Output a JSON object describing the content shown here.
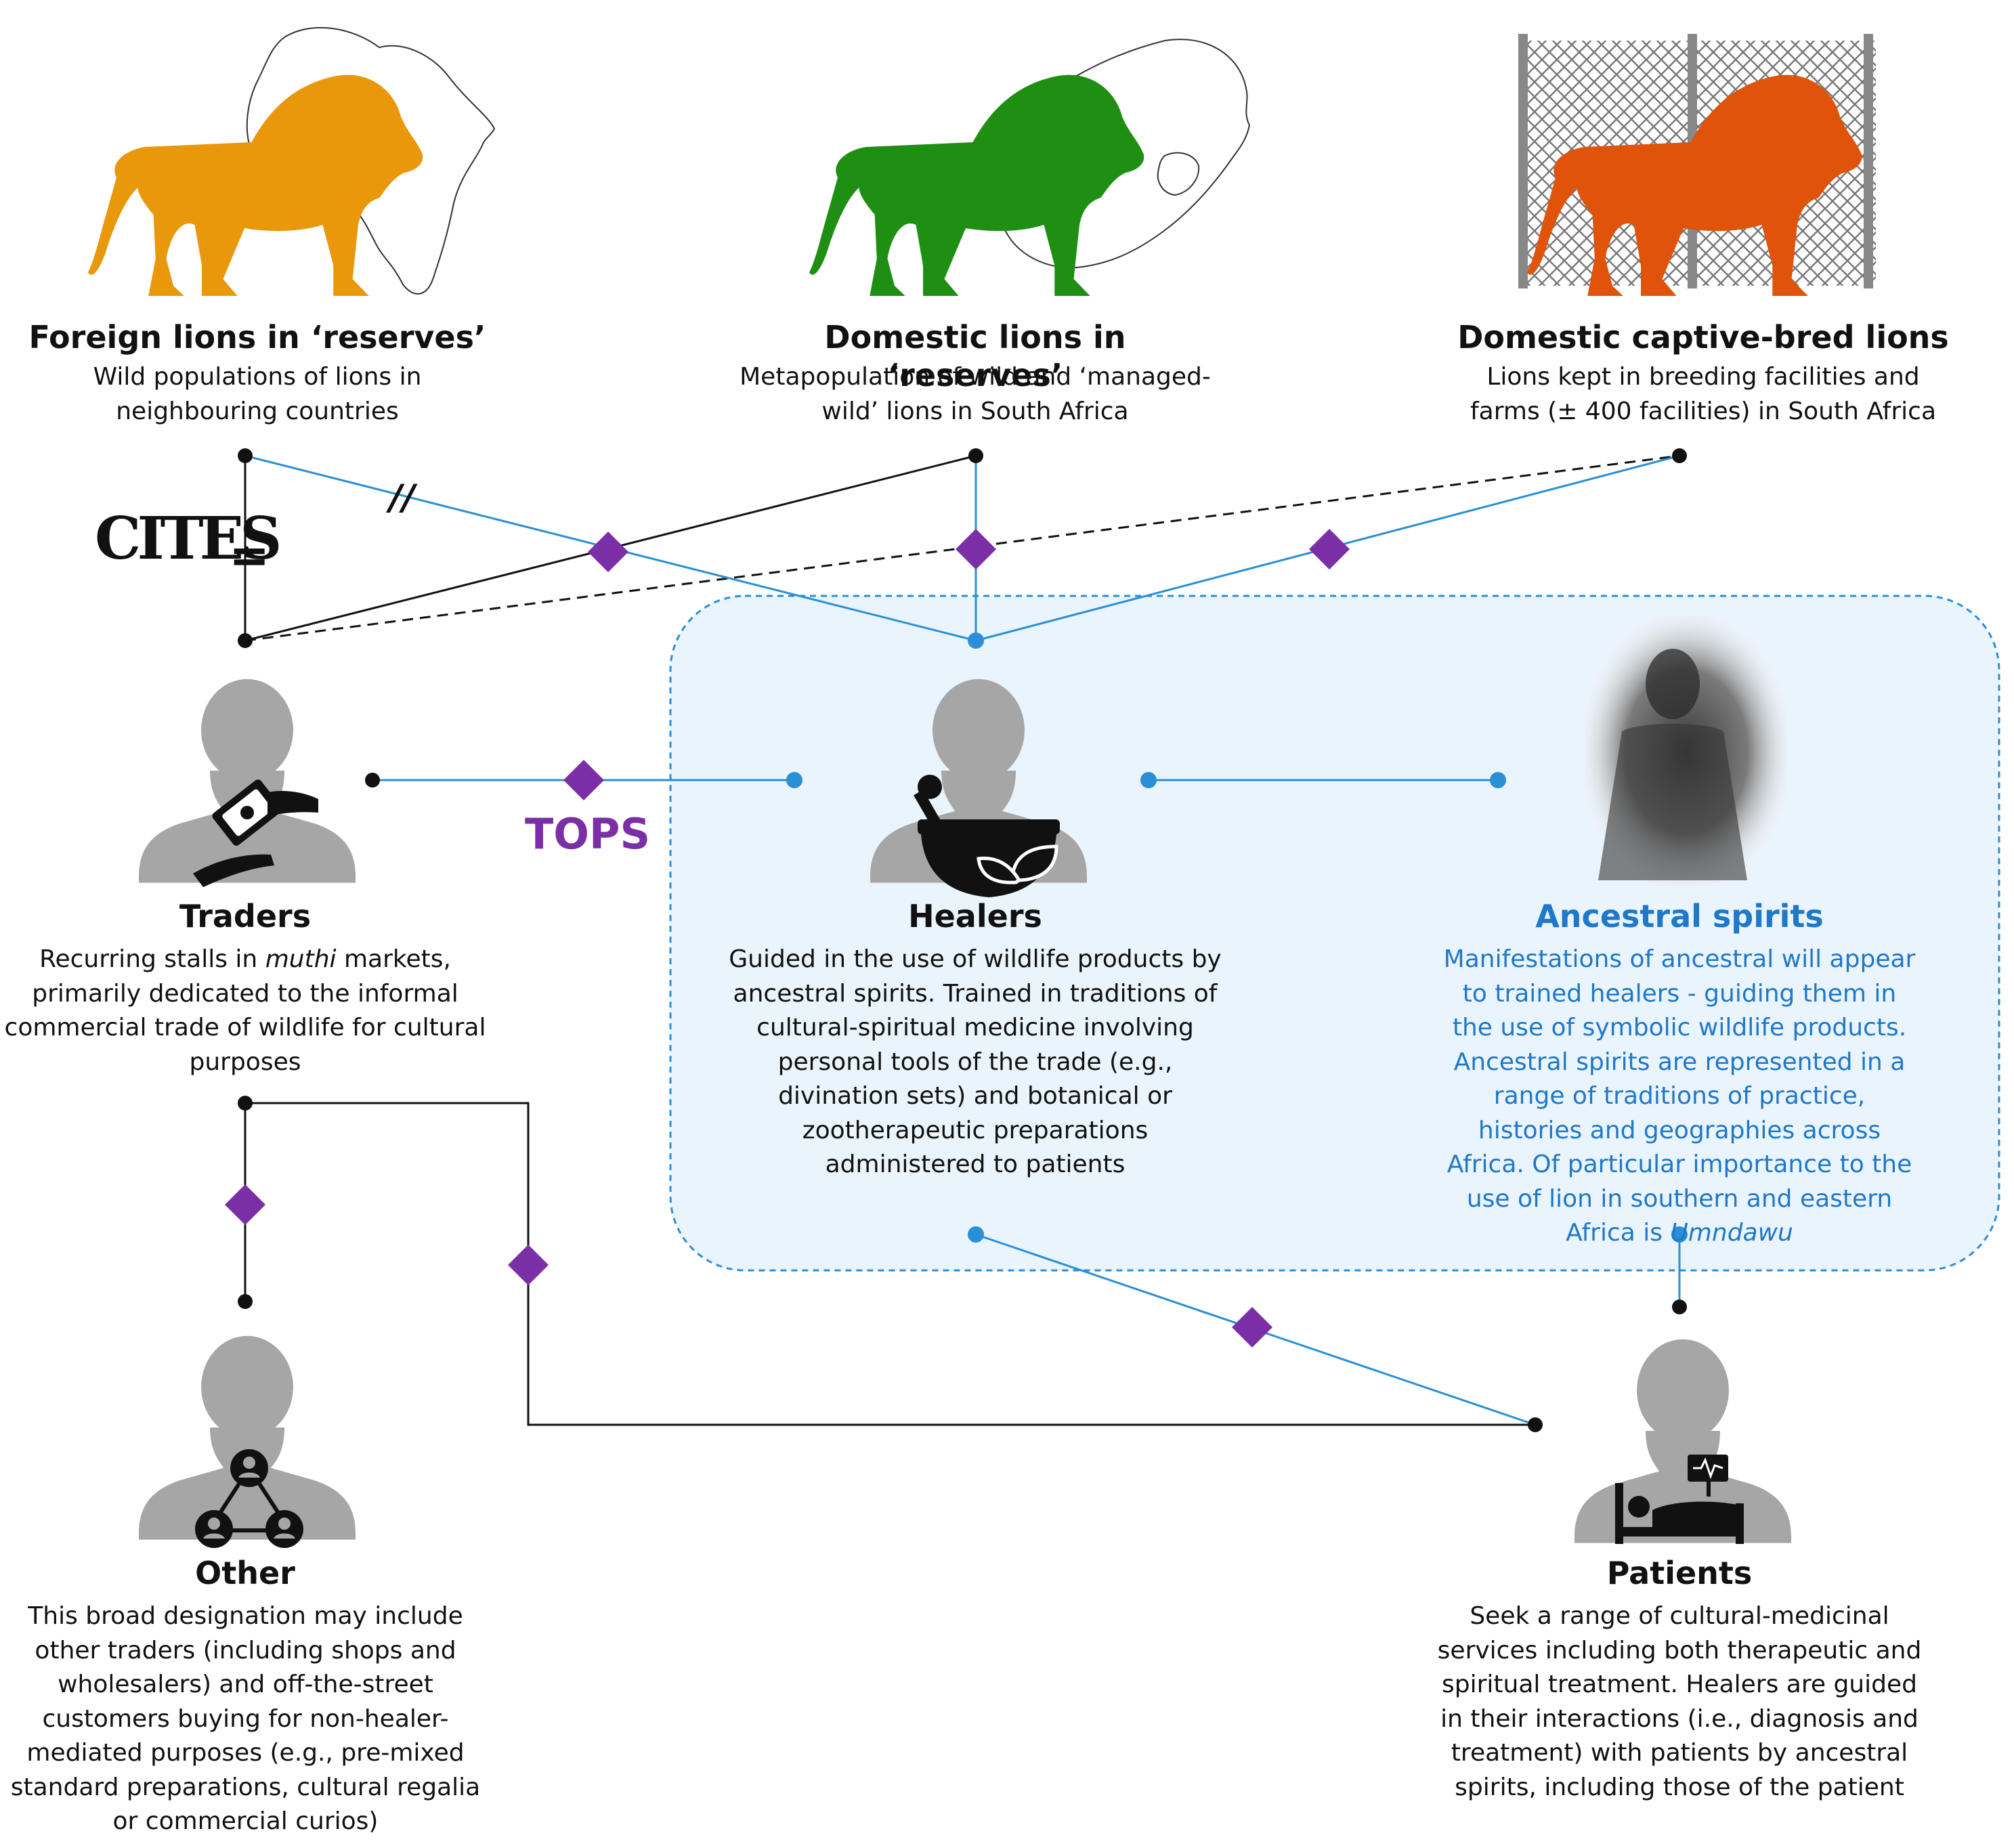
{
  "lions": {
    "foreign": {
      "title": "Foreign lions in ‘reserves’",
      "desc": "Wild populations of lions in neighbouring countries",
      "color": "#e8980a"
    },
    "domestic_reserve": {
      "title": "Domestic lions in ‘reserves’",
      "desc": "Metapopulation of wild and ‘managed-wild’ lions in South Africa",
      "color": "#1f8f14"
    },
    "captive": {
      "title": "Domestic captive-bred lions",
      "desc": "Lions kept in breeding facilities and farms (± 400 facilities) in South Africa",
      "color": "#e0530a"
    }
  },
  "cites": {
    "logo": "CITES",
    "symbol": "=",
    "not_equal": "//"
  },
  "tops": "TOPS",
  "actors": {
    "traders": {
      "title": "Traders",
      "desc_pre": "Recurring stalls in ",
      "desc_em": "muthi",
      "desc_post": " markets, primarily dedicated to the informal commercial trade of wildlife for cultural purposes",
      "icon": "money-exchange-icon"
    },
    "healers": {
      "title": "Healers",
      "desc": "Guided in the use of wildlife products by ancestral spirits. Trained in traditions of cultural-spiritual medicine involving personal tools of the trade (e.g., divination sets) and botanical or zootherapeutic preparations administered to patients",
      "icon": "mortar-pestle-icon"
    },
    "ancestral": {
      "title": "Ancestral spirits",
      "desc_pre": "Manifestations of ancestral will appear to trained healers - guiding them in the use of symbolic wildlife products. Ancestral spirits are represented in a range of traditions of practice, histories and geographies across Africa. Of particular importance to the use of lion in southern and eastern Africa is ",
      "desc_em": "Umndawu"
    },
    "other": {
      "title": "Other",
      "desc": "This broad designation may include other traders (including shops and wholesalers) and off-the-street customers buying for non-healer-mediated purposes (e.g., pre-mixed standard preparations, cultural regalia or commercial curios)",
      "icon": "network-people-icon"
    },
    "patients": {
      "title": "Patients",
      "desc": "Seek a range of cultural-medicinal services including both therapeutic and spiritual treatment. Healers are guided in their interactions (i.e., diagnosis and treatment) with patients by ancestral spirits, including those of the patient",
      "icon": "hospital-bed-icon"
    }
  },
  "colors": {
    "link_blue": "#2a8fd6",
    "diamond": "#7b2fa7",
    "person_gray": "#a6a6a6",
    "box_fill": "#eaf4fc",
    "box_border": "#2a8fd6"
  }
}
